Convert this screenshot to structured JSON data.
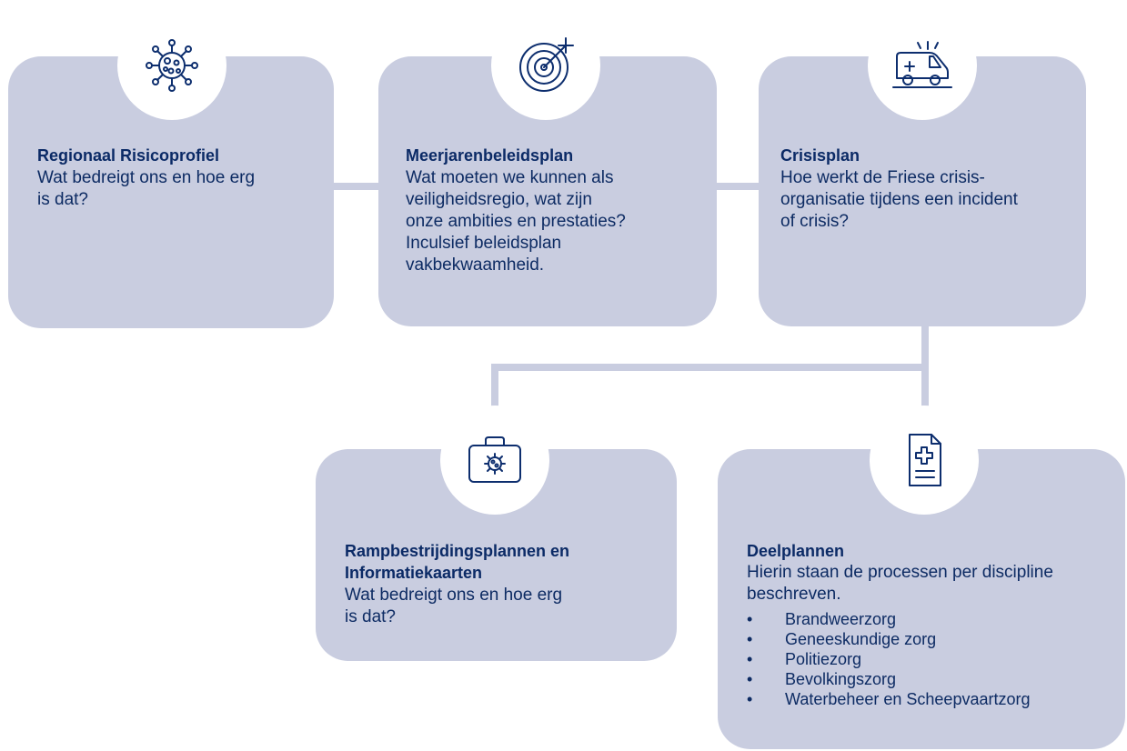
{
  "colors": {
    "card_fill": "#c9cde0",
    "connector": "#c9cde0",
    "title_text": "#0b2a66",
    "body_text": "#0d2b63",
    "icon_stroke": "#0d2e6e"
  },
  "cards": {
    "risicoprofiel": {
      "icon": "virus-icon",
      "title": "Regionaal Risicoprofiel",
      "text_lines": [
        "Wat bedreigt ons en hoe erg",
        "is dat?"
      ]
    },
    "meerjarenbeleidsplan": {
      "icon": "target-icon",
      "title": "Meerjarenbeleidsplan",
      "text_lines": [
        "Wat moeten we kunnen als",
        "veiligheidsregio, wat zijn",
        "onze ambities en prestaties?",
        "Inculsief beleidsplan",
        "vakbekwaamheid."
      ]
    },
    "crisisplan": {
      "icon": "ambulance-icon",
      "title": "Crisisplan",
      "text_lines": [
        "Hoe werkt de Friese crisis-",
        "organisatie tijdens een incident",
        "of crisis?"
      ]
    },
    "rampbestrijdingsplannen": {
      "icon": "medical-kit-icon",
      "title_lines": [
        "Rampbestrijdingsplannen en",
        "Informatiekaarten"
      ],
      "text_lines": [
        "Wat bedreigt ons en hoe erg",
        "is dat?"
      ]
    },
    "deelplannen": {
      "icon": "medical-document-icon",
      "title": "Deelplannen",
      "text_lines": [
        "Hierin staan de processen per discipline",
        "beschreven."
      ],
      "items": [
        "Brandweerzorg",
        "Geneeskundige zorg",
        "Politiezorg",
        "Bevolkingszorg",
        "Waterbeheer en Scheepvaartzorg"
      ]
    }
  }
}
